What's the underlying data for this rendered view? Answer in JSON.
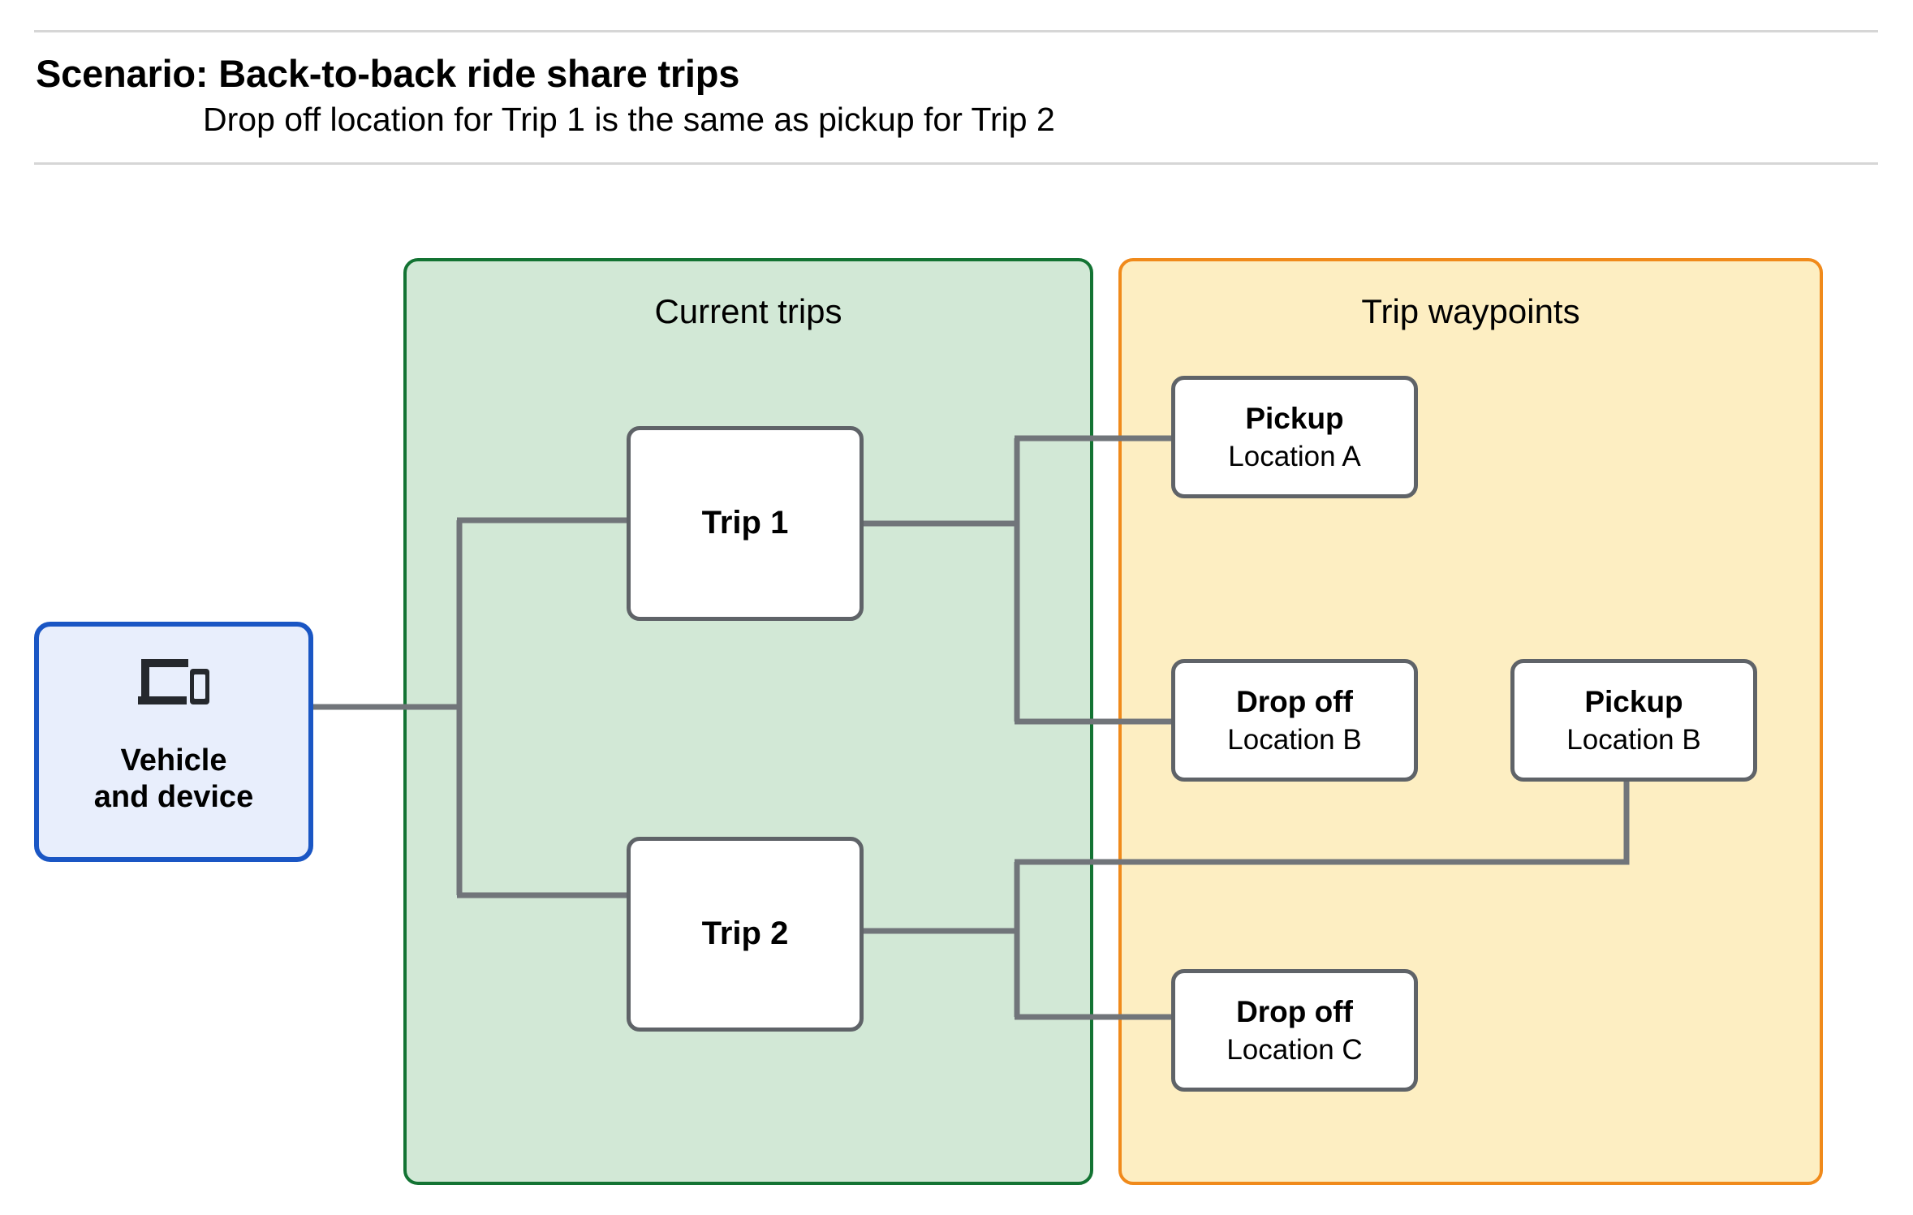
{
  "header": {
    "title": "Scenario: Back-to-back ride share trips",
    "subtitle": "Drop off  location for Trip 1 is the same as pickup for Trip 2"
  },
  "groups": {
    "current_trips": {
      "label": "Current trips",
      "fill": "#d2e8d6",
      "border": "#137333"
    },
    "trip_waypoints": {
      "label": "Trip waypoints",
      "fill": "#fdeec2",
      "border": "#f08a1b"
    }
  },
  "nodes": {
    "vehicle": {
      "icon": "devices-icon",
      "line1": "Vehicle",
      "line2": "and device",
      "fill": "#e8eefc",
      "border": "#1a56c4"
    },
    "trip1": {
      "label": "Trip 1"
    },
    "trip2": {
      "label": "Trip 2"
    },
    "pickup_a": {
      "title": "Pickup",
      "sub": "Location A"
    },
    "dropoff_b": {
      "title": "Drop off",
      "sub": "Location B"
    },
    "pickup_b": {
      "title": "Pickup",
      "sub": "Location B"
    },
    "dropoff_c": {
      "title": "Drop off",
      "sub": "Location C"
    }
  },
  "edges": {
    "stroke": "#71757a",
    "width": 7,
    "list": [
      {
        "name": "vehicle-to-branch",
        "from": "vehicle",
        "to": "trip-branch"
      },
      {
        "name": "branch-to-trip1",
        "from": "branch",
        "to": "trip1"
      },
      {
        "name": "branch-to-trip2",
        "from": "branch",
        "to": "trip2"
      },
      {
        "name": "trip1-to-pickup-a",
        "from": "trip1",
        "to": "pickup_a"
      },
      {
        "name": "trip1-to-dropoff-b",
        "from": "trip1",
        "to": "dropoff_b"
      },
      {
        "name": "trip2-to-pickup-b",
        "from": "trip2",
        "to": "pickup_b"
      },
      {
        "name": "trip2-to-dropoff-c",
        "from": "trip2",
        "to": "dropoff_c"
      }
    ]
  }
}
